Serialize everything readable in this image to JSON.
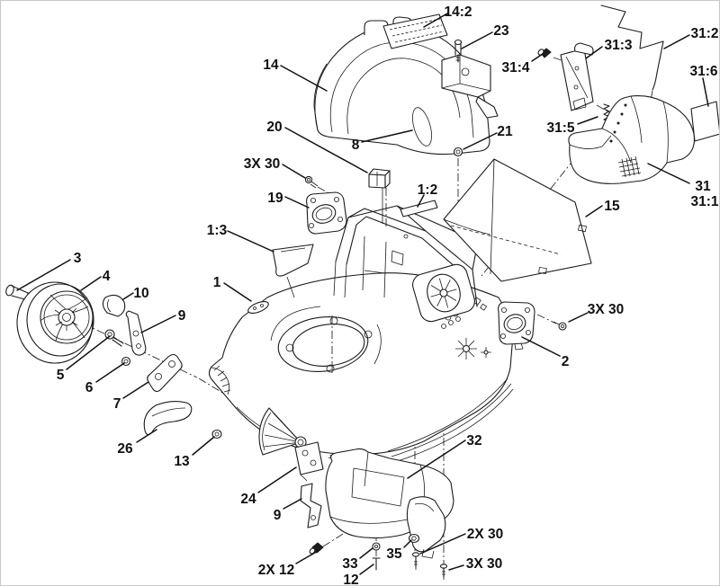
{
  "diagram": {
    "background_color": "#ffffff",
    "line_color": "#1c1c1c",
    "type": "exploded-parts-diagram"
  },
  "callouts": [
    {
      "text": "14:2"
    },
    {
      "text": "23"
    },
    {
      "text": "31:3"
    },
    {
      "text": "31:2"
    },
    {
      "text": "31:4"
    },
    {
      "text": "31:6"
    },
    {
      "text": "14"
    },
    {
      "text": "8"
    },
    {
      "text": "31:5"
    },
    {
      "text": "20"
    },
    {
      "text": "21"
    },
    {
      "text": "3X 30"
    },
    {
      "text": "19"
    },
    {
      "text": "1:2"
    },
    {
      "text": "15"
    },
    {
      "text": "31"
    },
    {
      "text": "31:1"
    },
    {
      "text": "1:3"
    },
    {
      "text": "3"
    },
    {
      "text": "4"
    },
    {
      "text": "10"
    },
    {
      "text": "1"
    },
    {
      "text": "9"
    },
    {
      "text": "5"
    },
    {
      "text": "6"
    },
    {
      "text": "7"
    },
    {
      "text": "3X 30"
    },
    {
      "text": "2"
    },
    {
      "text": "26"
    },
    {
      "text": "13"
    },
    {
      "text": "32"
    },
    {
      "text": "24"
    },
    {
      "text": "9"
    },
    {
      "text": "2X 30"
    },
    {
      "text": "2X 12"
    },
    {
      "text": "33"
    },
    {
      "text": "35"
    },
    {
      "text": "12"
    },
    {
      "text": "3X 30"
    }
  ]
}
